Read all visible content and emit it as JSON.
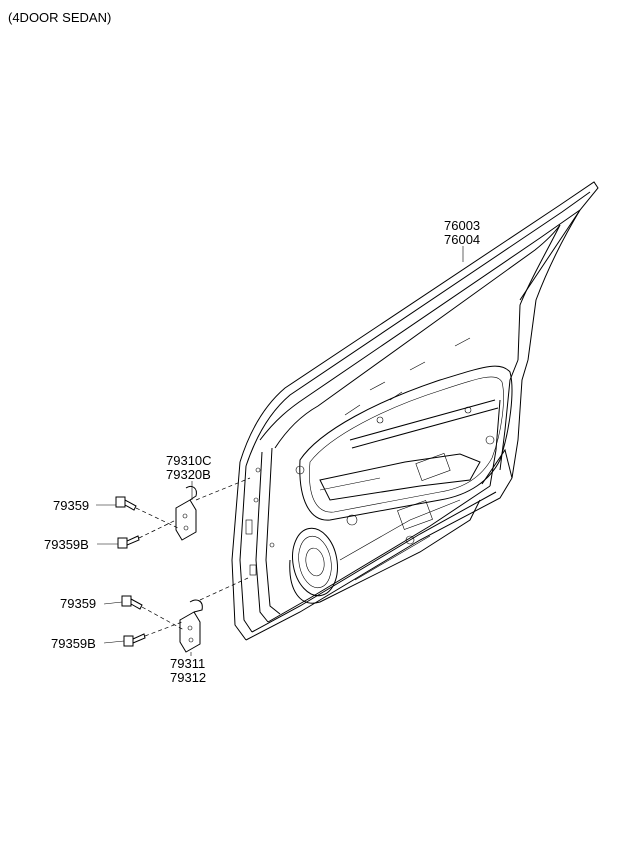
{
  "caption": "(4DOOR SEDAN)",
  "parts": {
    "door_panel": [
      "76003",
      "76004"
    ],
    "upper_hinge": [
      "79310C",
      "79320B"
    ],
    "lower_hinge": [
      "79311",
      "79312"
    ],
    "upper_bolt_a": "79359",
    "upper_bolt_b": "79359B",
    "lower_bolt_a": "79359",
    "lower_bolt_b": "79359B"
  }
}
